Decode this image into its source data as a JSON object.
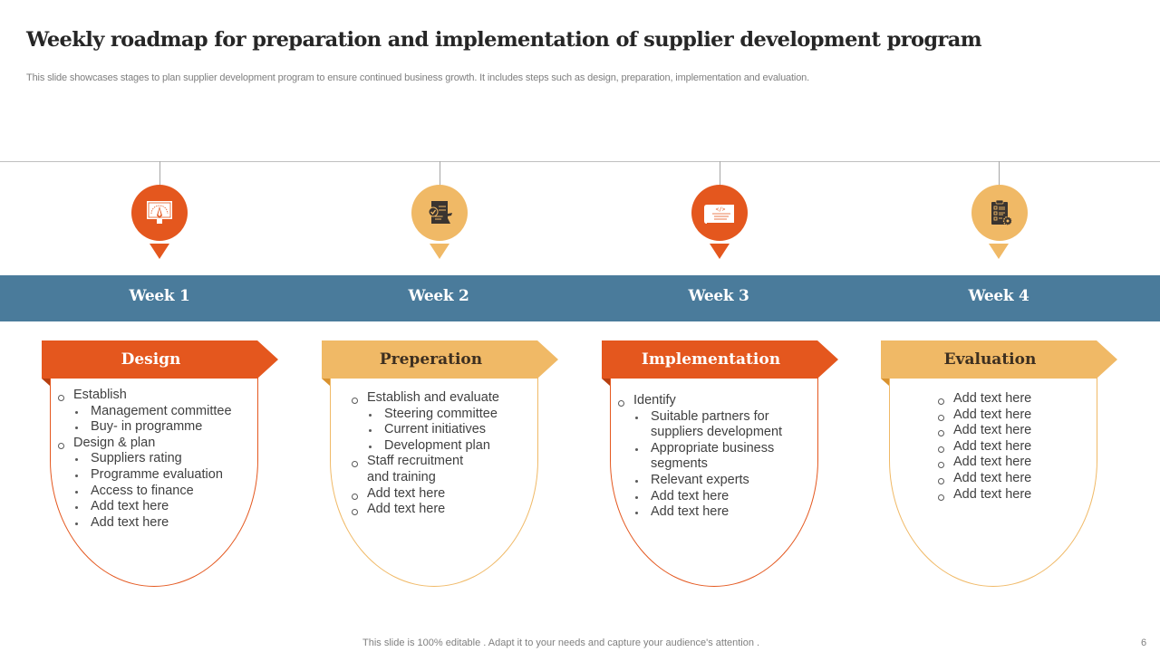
{
  "slide": {
    "title": "Weekly roadmap for preparation and implementation of supplier development program",
    "subtitle": "This slide showcases stages to plan supplier development program to ensure continued business growth. It includes steps such as design, preparation, implementation and evaluation.",
    "footer": "This slide is 100% editable . Adapt it to your needs and capture your audience's attention .",
    "page_number": "6"
  },
  "colors": {
    "orange": "#e4571e",
    "gold": "#f0b966",
    "band_blue": "#4a7b9b",
    "title": "#262626",
    "text": "#404040"
  },
  "weeks": [
    {
      "label": "Week 1",
      "icon": "blueprint-design-icon",
      "color": "orange"
    },
    {
      "label": "Week 2",
      "icon": "checklist-notepad-icon",
      "color": "gold"
    },
    {
      "label": "Week 3",
      "icon": "code-scroll-icon",
      "color": "orange"
    },
    {
      "label": "Week 4",
      "icon": "clipboard-gear-icon",
      "color": "gold"
    }
  ],
  "stages": [
    {
      "title": "Design",
      "items": [
        {
          "text": "Establish",
          "sub": [
            "Management committee",
            "Buy- in programme"
          ]
        },
        {
          "text": "Design & plan",
          "sub": [
            "Suppliers rating",
            "Programme evaluation",
            "Access to finance",
            "Add text here",
            "Add text here"
          ]
        }
      ]
    },
    {
      "title": "Preperation",
      "items": [
        {
          "text": "Establish and evaluate",
          "sub": [
            "Steering committee",
            "Current initiatives",
            "Development plan"
          ]
        },
        {
          "text": "Staff recruitment and training",
          "sub": []
        },
        {
          "text": "Add text here",
          "sub": []
        },
        {
          "text": "Add text here",
          "sub": []
        }
      ]
    },
    {
      "title": "Implementation",
      "items": [
        {
          "text": "Identify",
          "sub": [
            "Suitable partners for suppliers development",
            "Appropriate business segments",
            "Relevant experts",
            "Add text here",
            "Add text here"
          ]
        }
      ]
    },
    {
      "title": "Evaluation",
      "items": [
        {
          "text": "Add text here",
          "sub": []
        },
        {
          "text": "Add text here",
          "sub": []
        },
        {
          "text": "Add text here",
          "sub": []
        },
        {
          "text": "Add text here",
          "sub": []
        },
        {
          "text": "Add text here",
          "sub": []
        },
        {
          "text": "Add text here",
          "sub": []
        },
        {
          "text": "Add text here",
          "sub": []
        }
      ]
    }
  ]
}
